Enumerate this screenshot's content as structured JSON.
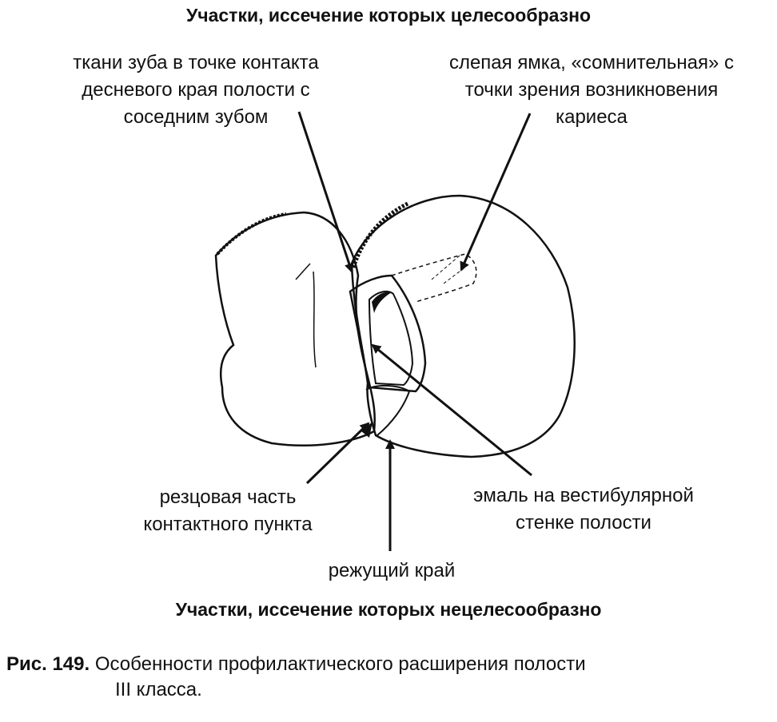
{
  "top_heading": "Участки, иссечение которых целесообразно",
  "bottom_heading": "Участки, иссечение которых нецелесообразно",
  "labels": {
    "contact_tissue": [
      "ткани зуба в точке контакта",
      "десневого края полости с",
      "соседним зубом"
    ],
    "blind_pit": [
      "слепая ямка, «сомнительная» с",
      "точки зрения возникновения",
      "кариеса"
    ],
    "incisal_contact": [
      "резцовая часть",
      "контактного пункта"
    ],
    "vestibular_enamel": [
      "эмаль на вестибулярной",
      "стенке полости"
    ],
    "cutting_edge": [
      "режущий край"
    ]
  },
  "caption": {
    "number": "Рис. 149.",
    "text_line1": "Особенности профилактического расширения полости",
    "text_line2": "III класса."
  }
}
